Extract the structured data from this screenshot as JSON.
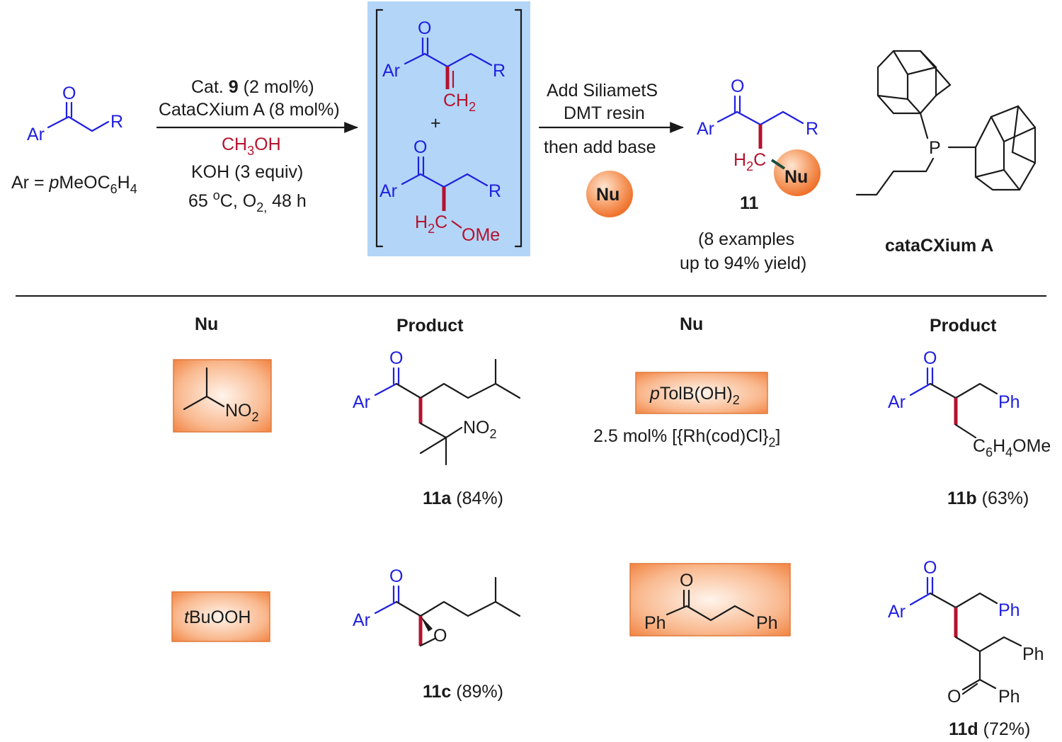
{
  "scheme": {
    "start": {
      "ar_label": "Ar",
      "o_label": "O",
      "r_label": "R",
      "ar_def_prefix": "Ar = ",
      "ar_def_italic": "p",
      "ar_def_main": "MeOC",
      "ar_def_sub1": "6",
      "ar_def_h": "H",
      "ar_def_sub2": "4"
    },
    "conditions1": {
      "cat_prefix": "Cat. ",
      "cat_num": "9",
      "cat_suffix": " (2 mol%)",
      "ligand": "CataCXium A (8 mol%)",
      "solvent_pre": "CH",
      "solvent_sub": "3",
      "solvent_post": "OH",
      "base": "KOH (3 equiv)",
      "temp_pre": "65 ",
      "temp_sup": "o",
      "temp_mid": "C, O",
      "temp_sub": "2,",
      "temp_post": " 48 h"
    },
    "intermediates": {
      "ar": "Ar",
      "o": "O",
      "r": "R",
      "ch2_pre": "CH",
      "ch2_sub": "2",
      "plus": "+",
      "h2c_pre": "H",
      "h2c_sub": "2",
      "h2c_post": "C",
      "ome": "OMe",
      "bg_color": "#b3d5f7"
    },
    "conditions2": {
      "line1": "Add SiliametS",
      "line2": "DMT resin",
      "line3": "then  add base",
      "nu": "Nu"
    },
    "product": {
      "ar": "Ar",
      "o": "O",
      "r": "R",
      "h2c_pre": "H",
      "h2c_sub": "2",
      "h2c_post": "C",
      "nu": "Nu",
      "number": "11",
      "note1": "(8 examples",
      "note2": "up to 94% yield)"
    },
    "ligand": {
      "p": "P",
      "name": "cataCXium A"
    }
  },
  "table": {
    "headers": [
      "Nu",
      "Product",
      "Nu",
      "Product"
    ],
    "rows": [
      {
        "nu1_label_pre": "NO",
        "nu1_label_sub": "2",
        "p1_ar": "Ar",
        "p1_o": "O",
        "p1_no2_pre": "NO",
        "p1_no2_sub": "2",
        "p1_id": "11a",
        "p1_yield": " (84%)",
        "nu2_italic": "p",
        "nu2_pre": "TolB(OH)",
        "nu2_sub": "2",
        "nu2_cat_pre": "2.5 mol% [{Rh(cod)Cl}",
        "nu2_cat_sub": "2",
        "nu2_cat_post": "]",
        "p2_ar": "Ar",
        "p2_o": "O",
        "p2_ph": "Ph",
        "p2_c6_pre": "C",
        "p2_c6_sub1": "6",
        "p2_c6_h": "H",
        "p2_c6_sub2": "4",
        "p2_c6_post": "OMe",
        "p2_id": "11b",
        "p2_yield": " (63%)"
      },
      {
        "nu1_italic": "t",
        "nu1_rest": "BuOOH",
        "p1_ar": "Ar",
        "p1_o": "O",
        "p1_ring_o": "O",
        "p1_id": "11c",
        "p1_yield": " (89%)",
        "nu2_o": "O",
        "nu2_ph1": "Ph",
        "nu2_ph2": "Ph",
        "p2_ar": "Ar",
        "p2_o": "O",
        "p2_ph1": "Ph",
        "p2_ph2": "Ph",
        "p2_o2": "O",
        "p2_ph3": "Ph",
        "p2_id": "11d",
        "p2_yield": " (72%)"
      }
    ]
  },
  "colors": {
    "hetero_blue": "#1f1fe0",
    "new_bond_red": "#b5122e",
    "nu_orange": "#f47d35"
  }
}
